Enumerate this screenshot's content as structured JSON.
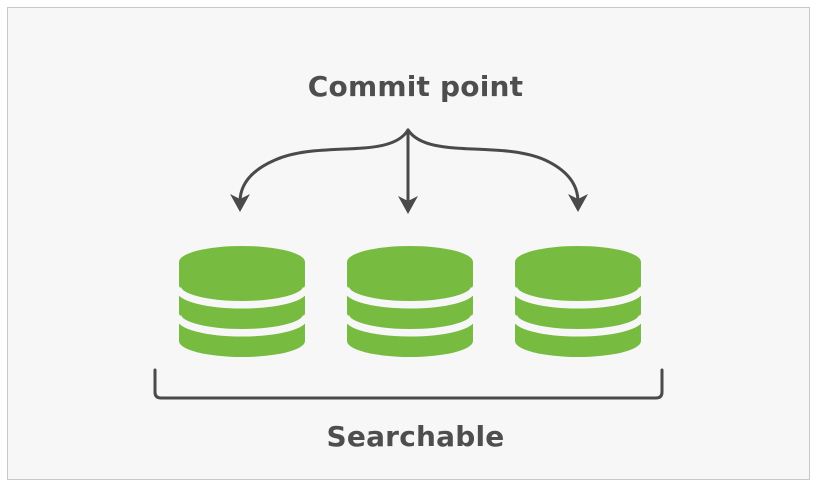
{
  "diagram": {
    "top_label": "Commit point",
    "bottom_label": "Searchable",
    "segment_count": 3,
    "colors": {
      "segment_fill": "#77bb41",
      "segment_band": "#f7f7f7",
      "line": "#4a4a4a",
      "text": "#4e4e4e",
      "frame_border": "#c9c9c9",
      "background": "#f7f7f7"
    }
  }
}
